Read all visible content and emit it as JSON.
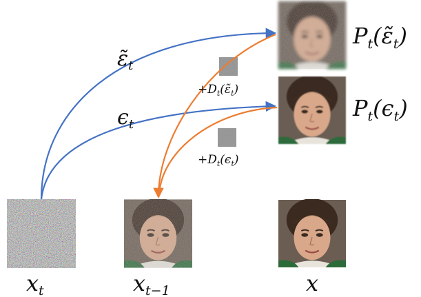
{
  "labels": {
    "eps_tilde_arrow": "ε̃",
    "eps_tilde_arrow_sub": "t",
    "eps_arrow": "ϵ",
    "eps_arrow_sub": "t",
    "p_top_name": "P",
    "p_top_sub": "t",
    "p_top_arg": "(ε̃",
    "p_top_arg_sub": "t",
    "p_top_close": ")",
    "p_mid_name": "P",
    "p_mid_sub": "t",
    "p_mid_arg": "(ϵ",
    "p_mid_arg_sub": "t",
    "p_mid_close": ")",
    "d_top_prefix": "+D",
    "d_top_sub": "t",
    "d_top_arg": "(ε̃",
    "d_top_arg_sub": "t",
    "d_top_close": ")",
    "d_mid_prefix": "+D",
    "d_mid_sub": "t",
    "d_mid_arg": "(ϵ",
    "d_mid_arg_sub": "t",
    "d_mid_close": ")",
    "xt": "x",
    "xt_sub": "t",
    "xt1": "x",
    "xt1_sub": "t−1",
    "x": "x"
  },
  "colors": {
    "blue_arrow": "#4472c4",
    "orange_arrow": "#ed7d31",
    "noise_patch": "#8a8a8a"
  },
  "images": {
    "noise_image": "pure-noise-square",
    "prediction_top": "blurry-face-noisy",
    "prediction_mid": "blurry-face-cleaner",
    "x_t_minus_1": "noisy-face",
    "x_clean": "clean-face-photo"
  }
}
